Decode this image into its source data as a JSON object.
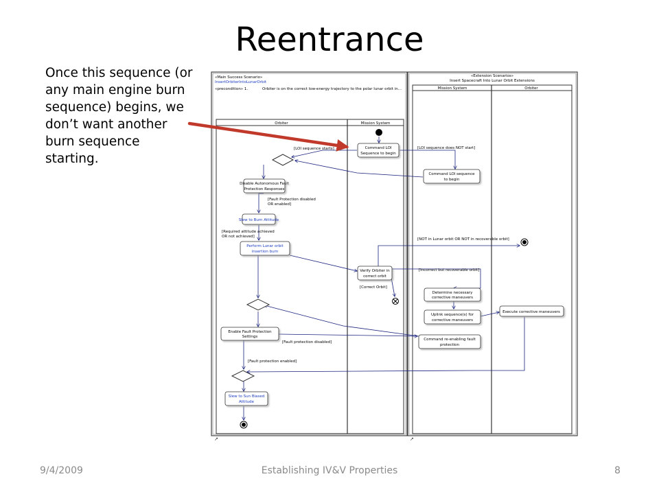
{
  "slide": {
    "title": "Reentrance",
    "note": "Once this sequence (or any main engine burn sequence) begins, we don’t want another burn sequence starting."
  },
  "footer": {
    "date": "9/4/2009",
    "title": "Establishing IV&V Properties",
    "page": "8"
  },
  "diagram": {
    "main": {
      "stereotype": "«Main Success Scenario»",
      "name": "InsertOrbiterIntoLunarOrbit",
      "precondition_label": "«precondition» 1.",
      "precondition_text": "Orbiter is on the correct low-energy trajectory to the polar lunar orbit in...",
      "lane_orbiter": "Orbiter",
      "lane_mission": "Mission System"
    },
    "ext": {
      "stereotype": "«Extension Scenarios»",
      "name": "Insert Spacecraft Into Lunar Orbit Extensions",
      "lane_mission": "Mission System",
      "lane_orbiter": "Orbiter"
    },
    "actions": {
      "command_loi": [
        "Command LOI",
        "Sequence to begin"
      ],
      "disable_fp": [
        "Disable Autonomous Fault",
        "Protection Responses"
      ],
      "slew_burn": "Slew to Burn Attitude",
      "perform_burn": [
        "Perform Lunar orbit",
        "insertion burn"
      ],
      "verify_orbit": [
        "Verify Orbiter in",
        "correct orbit"
      ],
      "enable_fp": [
        "Enable Fault Protection",
        "Settings"
      ],
      "slew_sun": [
        "Slew to Sun Biased",
        "Attitude"
      ],
      "ext_command_loi": [
        "Command LOI sequence",
        "to begin"
      ],
      "determine": [
        "Determine necessary",
        "corrective maneuvers"
      ],
      "uplink": [
        "Uplink sequence(s) for",
        "corrective maneuvers"
      ],
      "execute": "Execute corrective maneuvers",
      "command_reenable": [
        "Command re-enabling fault",
        "protection"
      ]
    },
    "guards": {
      "loi_starts": "[LOI sequence starts]",
      "loi_not_start": "[LOI sequence does NOT start]",
      "fp_disabled_or_enabled": [
        "[Fault Protection disabled",
        "OR enabled]"
      ],
      "attitude": [
        "[Required attitude achieved",
        "OR not achieved]"
      ],
      "not_lunar": "[NOT in Lunar orbit OR NOT in recoverable orbit]",
      "incorrect_recoverable": "[Incorrect but recoverable orbit]",
      "correct_orbit": "[Correct Orbit]",
      "fp_disabled": "[Fault protection disabled]",
      "fp_enabled": "[Fault protection enabled]"
    }
  }
}
